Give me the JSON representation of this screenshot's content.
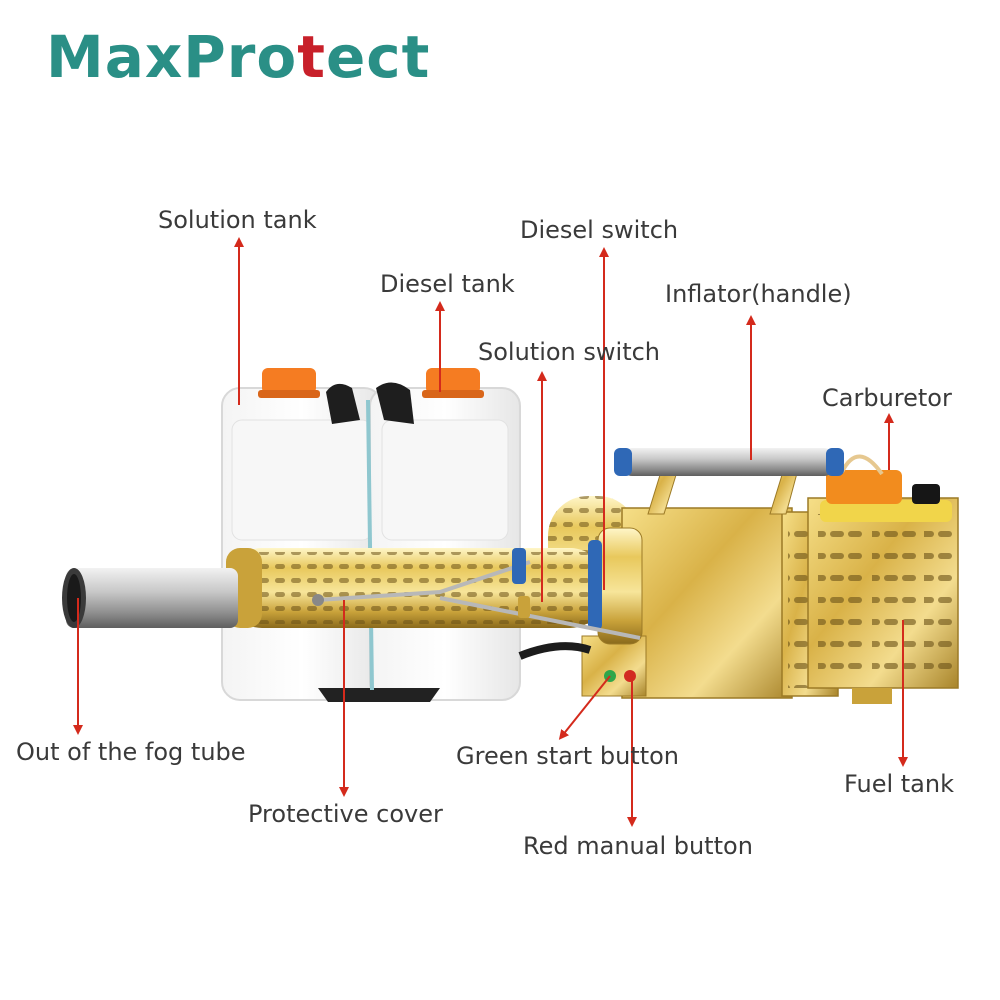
{
  "brand": {
    "part1": "MaxPro",
    "part2": "t",
    "part3": "ect",
    "teal": "#2a8f86",
    "red": "#c8202a"
  },
  "labels": {
    "solution_tank": "Solution tank",
    "diesel_tank": "Diesel tank",
    "diesel_switch": "Diesel switch",
    "solution_switch": "Solution switch",
    "inflator_handle": "Inflator(handle)",
    "carburetor": "Carburetor",
    "fog_tube": "Out of the fog tube",
    "protective_cover": "Protective cover",
    "green_start_button": "Green start button",
    "red_manual_button": "Red manual button",
    "fuel_tank": "Fuel tank"
  },
  "arrow_color": "#d42a1c"
}
